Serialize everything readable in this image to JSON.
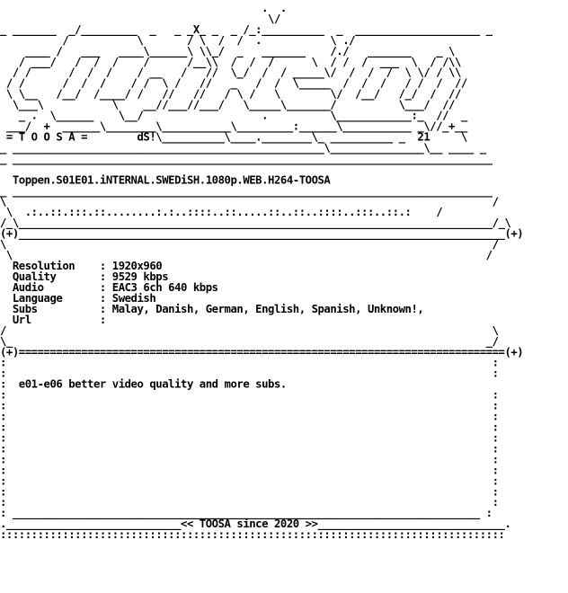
{
  "nfo": {
    "release_name": "Toppen.S01E01.iNTERNAL.SWEDiSH.1080p.WEB.H264-TOOSA",
    "group_tag_left": "= T O O S A =",
    "artist_tag": "dS!",
    "year_tag": "21",
    "info_fields": [
      {
        "label": "Resolution",
        "value": "1920x960"
      },
      {
        "label": "Quality",
        "value": "9529 kbps"
      },
      {
        "label": "Audio",
        "value": "EAC3 6ch 640 kbps"
      },
      {
        "label": "Language",
        "value": "Swedish"
      },
      {
        "label": "Subs",
        "value": "Malay, Danish, German, English, Spanish, Unknown!,"
      },
      {
        "label": "Url",
        "value": ""
      }
    ],
    "notes": "e01-e06 better video quality and more subs.",
    "footer": "<< TOOSA since 2020 >>"
  },
  "colors": {
    "text": "#000000",
    "background": "#ffffff"
  }
}
